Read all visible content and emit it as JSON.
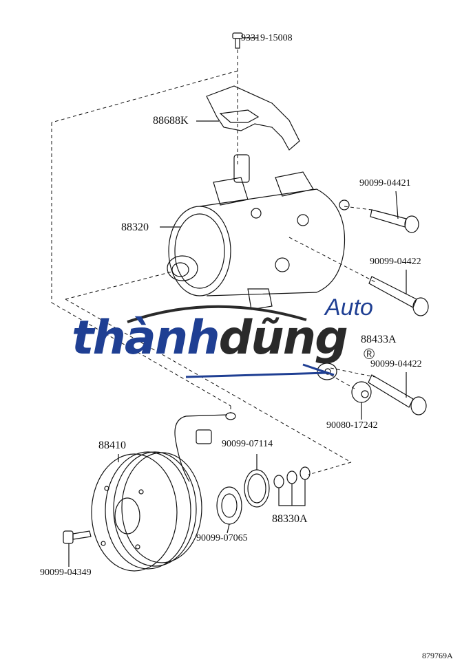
{
  "diagram": {
    "labels": {
      "bolt_top": "93319-15008",
      "bracket": "88688K",
      "compressor": "88320",
      "bolt_1": "90099-04421",
      "bolt_2": "90099-04422",
      "part_88433a": "88433A",
      "bolt_3": "90099-04422",
      "nut": "90080-17242",
      "clutch": "88410",
      "snap_ring": "90099-07114",
      "shims": "88330A",
      "retainer": "90099-07065",
      "clutch_bolt": "90099-04349",
      "figure_id": "879769A"
    }
  },
  "watermark": {
    "brand_part1": "thành",
    "brand_part2": "dũng",
    "suffix": "Auto",
    "registered": "®",
    "colors": {
      "blue": "#1f3f93",
      "dark": "#2a2a2a"
    }
  }
}
